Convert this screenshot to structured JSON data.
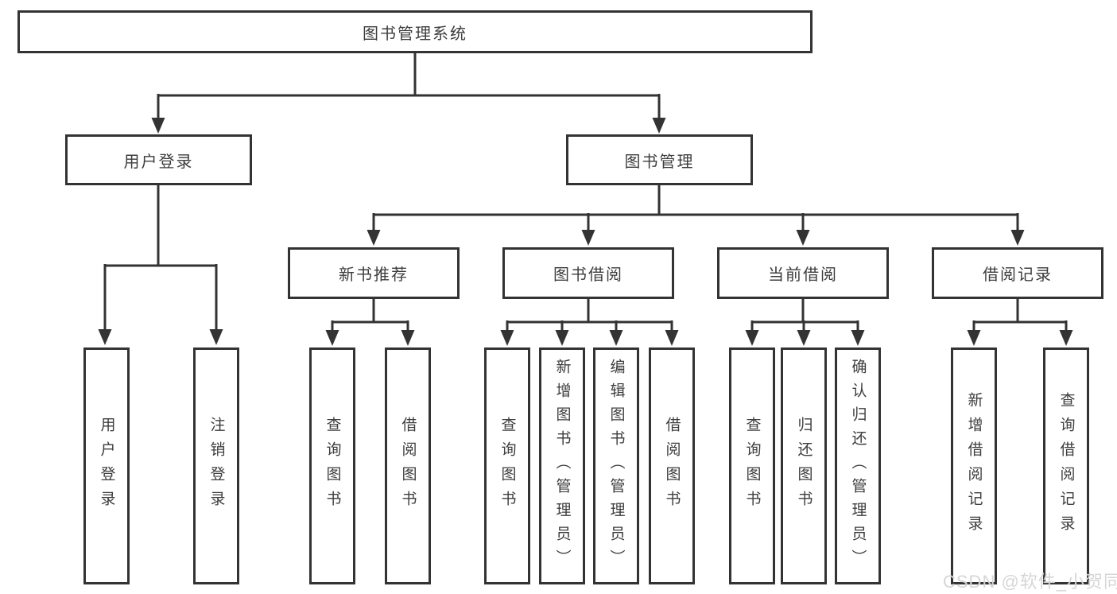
{
  "diagram": {
    "root": {
      "label": "图书管理系统"
    },
    "level2": [
      {
        "label": "用户登录",
        "children": [
          "用户登录",
          "注销登录"
        ]
      },
      {
        "label": "图书管理"
      }
    ],
    "level3": [
      {
        "label": "新书推荐",
        "children": [
          "查询图书",
          "借阅图书"
        ]
      },
      {
        "label": "图书借阅",
        "children": [
          "查询图书",
          "新增图书（管理员）",
          "编辑图书（管理员）",
          "借阅图书"
        ]
      },
      {
        "label": "当前借阅",
        "children": [
          "查询图书",
          "归还图书",
          "确认归还（管理员）"
        ]
      },
      {
        "label": "借阅记录",
        "children": [
          "新增借阅记录",
          "查询借阅记录"
        ]
      }
    ]
  },
  "watermark": "CSDN @软件_小贺同学",
  "colors": {
    "line": "#333333",
    "box_border": "#333333",
    "text": "#3d3d3d",
    "background": "#ffffff",
    "watermark": "#d4d4d6"
  }
}
